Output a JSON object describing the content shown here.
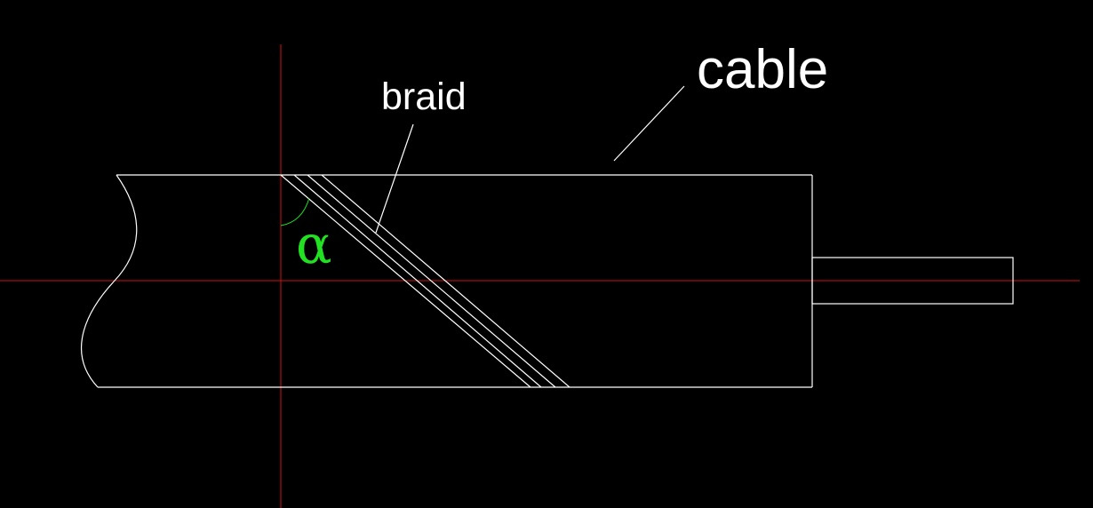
{
  "labels": {
    "cable": "cable",
    "braid": "braid",
    "angle": "α"
  },
  "colors": {
    "background": "#000000",
    "outline": "#ffffff",
    "axis": "#d01010",
    "angle": "#22e022"
  }
}
